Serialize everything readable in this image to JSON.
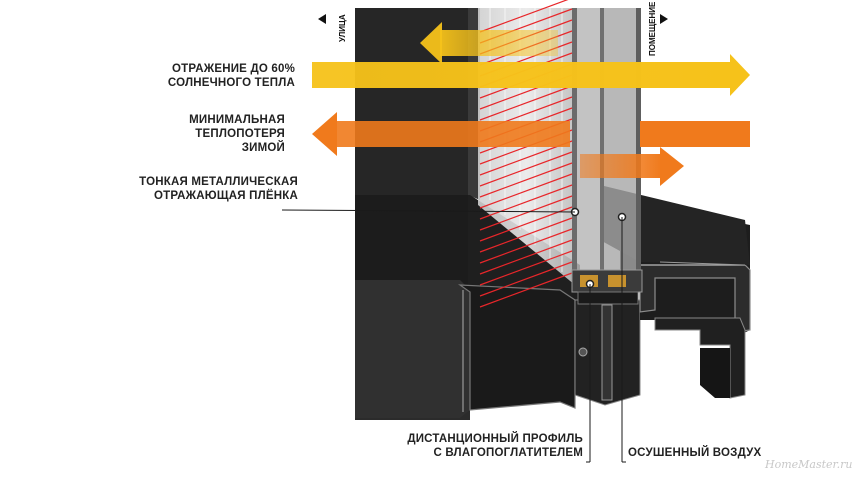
{
  "labels": {
    "outside": "УЛИЦА",
    "inside": "ПОМЕЩЕНИЕ",
    "solar_reflection_line1": "ОТРАЖЕНИЕ ДО 60%",
    "solar_reflection_line2": "СОЛНЕЧНОГО ТЕПЛА",
    "heat_loss_line1": "МИНИМАЛЬНАЯ",
    "heat_loss_line2": "ТЕПЛОПОТЕРЯ",
    "heat_loss_line3": "ЗИМОЙ",
    "film_line1": "ТОНКАЯ МЕТАЛЛИЧЕСКАЯ",
    "film_line2": "ОТРАЖАЮЩАЯ ПЛЁНКА",
    "spacer_line1": "ДИСТАНЦИОННЫЙ ПРОФИЛЬ",
    "spacer_line2": "С ВЛАГОПОГЛАТИТЕЛЕМ",
    "dry_air": "ОСУШЕННЫЙ ВОЗДУХ"
  },
  "watermark": "HomeMaster.ru",
  "colors": {
    "solar_arrow": "#f6c21a",
    "heat_arrow": "#f07a1c",
    "frame": "#2a2a2a",
    "frame_edge": "#8a8a8a",
    "film_lines": "#e8262a",
    "text": "#222222"
  },
  "icons": {
    "outside_marker": "triangle-left-icon",
    "inside_marker": "triangle-right-icon"
  }
}
